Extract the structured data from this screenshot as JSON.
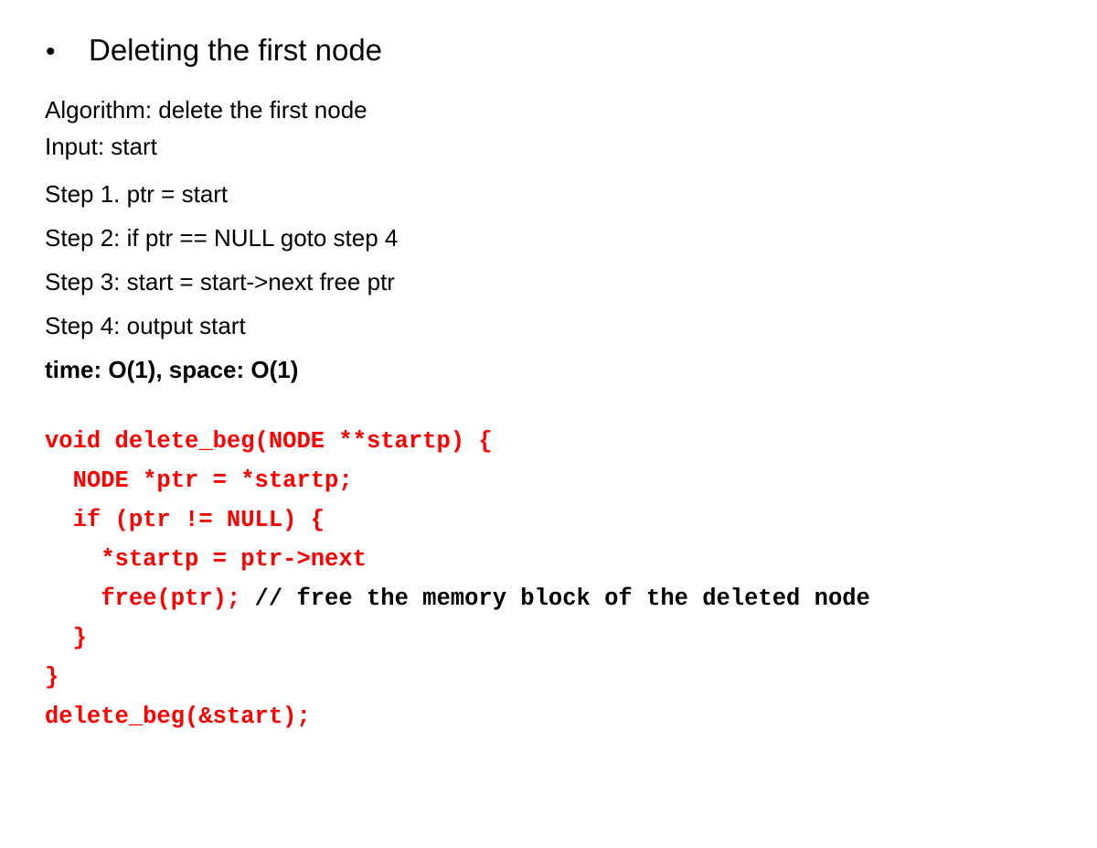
{
  "slide": {
    "background_color": "#ffffff",
    "text_color": "#000000",
    "code_color": "#ff0000",
    "comment_color": "#000000"
  },
  "title": {
    "bullet_glyph": "•",
    "text": "Deleting the first node"
  },
  "algorithm_header": {
    "lines": [
      "Algorithm: delete the first node",
      "Input: start"
    ]
  },
  "steps": [
    {
      "text": "Step 1. ptr = start",
      "bold": false
    },
    {
      "text": "Step 2: if ptr == NULL goto step 4",
      "bold": false
    },
    {
      "text": "Step 3: start = start->next free ptr",
      "bold": false
    },
    {
      "text": "Step 4: output start",
      "bold": false
    },
    {
      "text": "time: O(1), space: O(1)",
      "bold": true
    }
  ],
  "code": {
    "language": "c",
    "lines": [
      {
        "code": "void delete_beg(NODE **startp) {",
        "comment": ""
      },
      {
        "code": "  NODE *ptr = *startp;",
        "comment": ""
      },
      {
        "code": "  if (ptr != NULL) {",
        "comment": ""
      },
      {
        "code": "    *startp = ptr->next",
        "comment": ""
      },
      {
        "code": "    free(ptr); ",
        "comment": "// free the memory block of the deleted node"
      },
      {
        "code": "  }",
        "comment": ""
      },
      {
        "code": "}",
        "comment": ""
      },
      {
        "code": "delete_beg(&start);",
        "comment": ""
      }
    ]
  }
}
